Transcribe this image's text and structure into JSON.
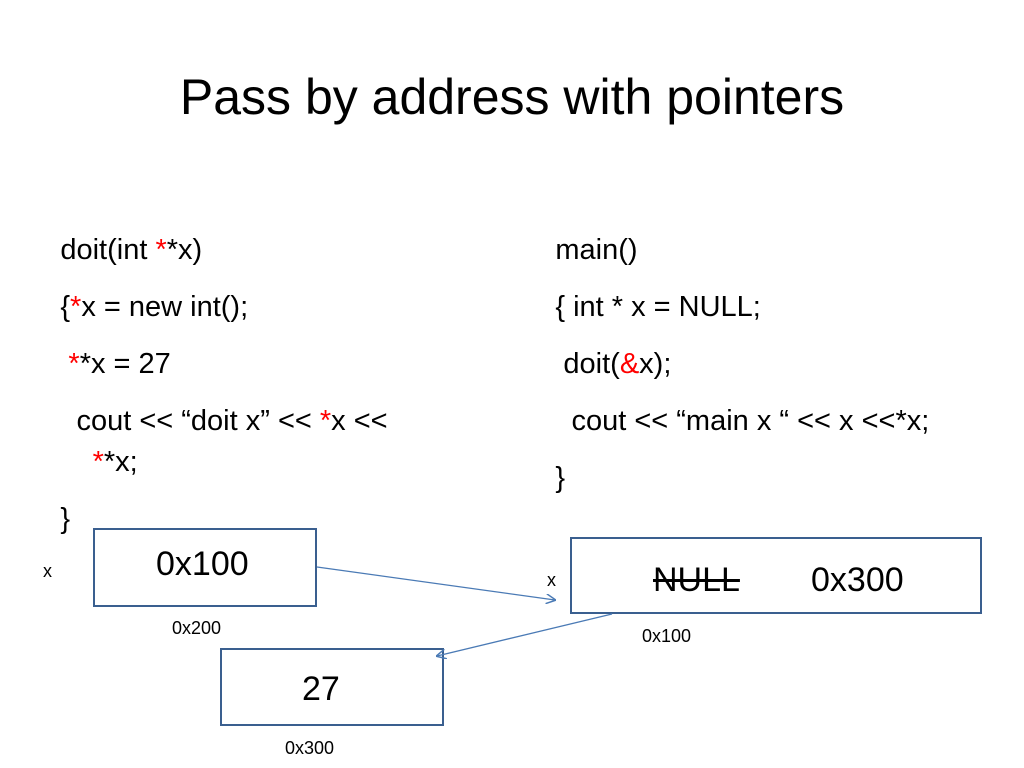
{
  "title": "Pass by address with pointers",
  "left_code": {
    "l1": {
      "a": "doit(int ",
      "b": "*",
      "c": "*x)"
    },
    "l2": {
      "a": "{",
      "b": "*",
      "c": "x = new int();"
    },
    "l3": {
      "a": " ",
      "b": "*",
      "c": "*x = 27"
    },
    "l4": {
      "a": "  cout << “doit x” << ",
      "b": "*",
      "c": "x <<"
    },
    "l5": {
      "a": "    ",
      "b": "*",
      "c": "*x;"
    },
    "l6": "}"
  },
  "right_code": {
    "l1": "main()",
    "l2": "{ int * x = NULL;",
    "l3": {
      "a": " doit(",
      "b": "&",
      "c": "x);"
    },
    "l4": "  cout << “main x “ << x <<*x;",
    "l5": "}"
  },
  "diagram": {
    "box_200": {
      "value": "0x100",
      "var_label": "x",
      "address": "0x200"
    },
    "box_100": {
      "old_value": "NULL",
      "new_value": "0x300",
      "var_label": "x",
      "address": "0x100"
    },
    "box_300": {
      "value": "27",
      "address": "0x300"
    }
  },
  "colors": {
    "highlight": "#ff0000",
    "box_border": "#3a5f8f",
    "arrow": "#4a7ab5"
  }
}
